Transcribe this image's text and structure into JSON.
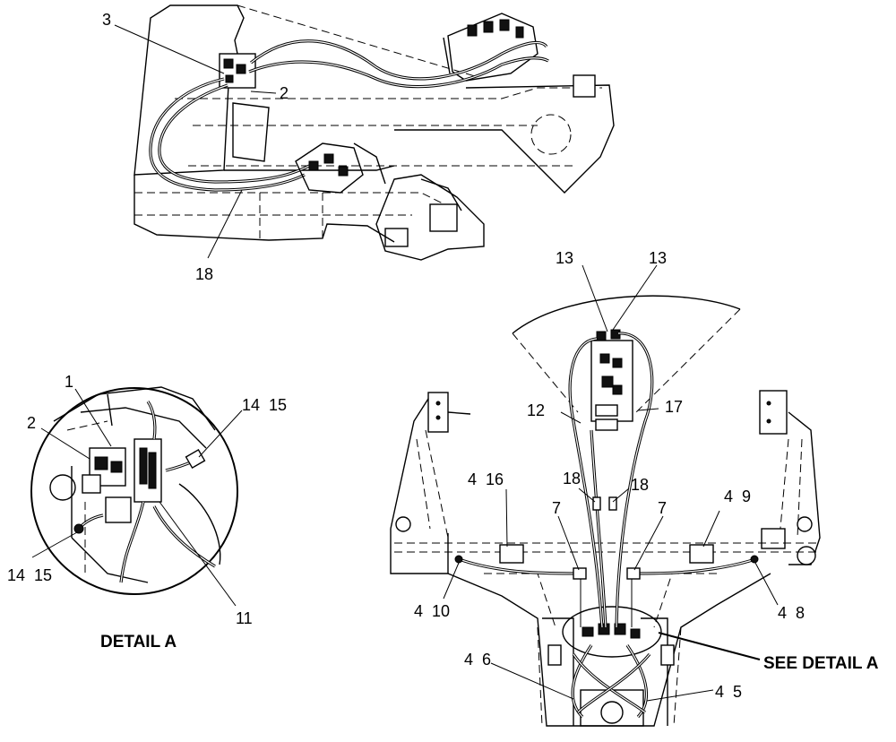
{
  "views": {
    "side_view": {
      "callouts": [
        "3",
        "2",
        "18"
      ]
    },
    "detail_a": {
      "caption": "DETAIL A",
      "callouts": [
        "1",
        "2",
        "14  15",
        "14  15",
        "11"
      ]
    },
    "rear_view": {
      "callouts": [
        "13",
        "13",
        "12",
        "17",
        "4  16",
        "18",
        "18",
        "4  9",
        "7",
        "7",
        "4  10",
        "4  8",
        "4  6",
        "4  5"
      ],
      "reference": "SEE DETAIL A"
    }
  }
}
